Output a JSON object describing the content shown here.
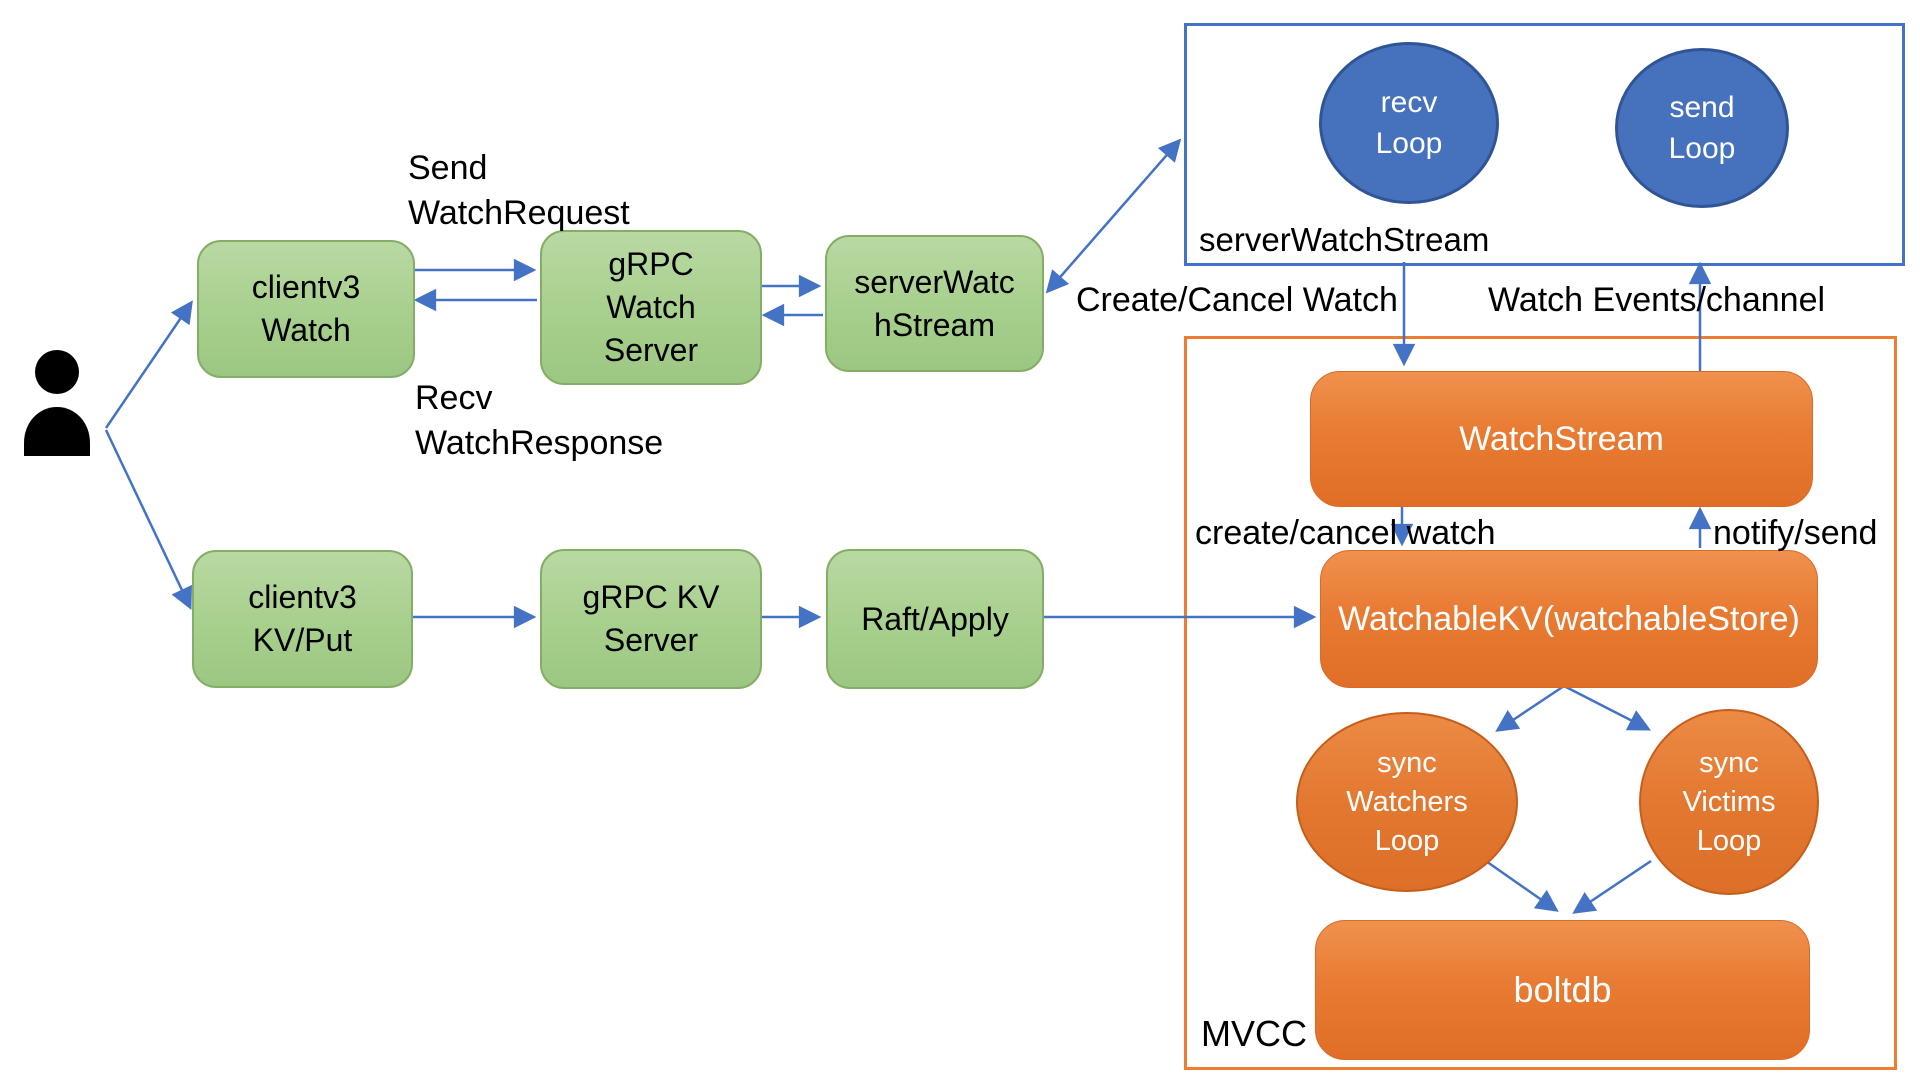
{
  "icons": {
    "user": "user-icon"
  },
  "colors": {
    "green_node_fill": "#a7cf8d",
    "green_node_border": "#84ae65",
    "blue_accent": "#4472c4",
    "blue_node_fill": "#4672bd",
    "blue_node_border": "#2f5597",
    "orange_node_fill": "#e87b33",
    "orange_node_border": "#c55e1b",
    "container_blue_border": "#4472c4",
    "container_orange_border": "#ed7d31",
    "text_black": "#000000",
    "text_white": "#ffffff"
  },
  "nodes": {
    "clientv3_watch": [
      "clientv3",
      "Watch"
    ],
    "grpc_watch_server": [
      "gRPC",
      "Watch",
      "Server"
    ],
    "server_watch_stream_box": [
      "serverWatc",
      "hStream"
    ],
    "clientv3_kv_put": [
      "clientv3",
      "KV/Put"
    ],
    "grpc_kv_server": [
      "gRPC KV",
      "Server"
    ],
    "raft_apply": [
      "Raft/Apply"
    ],
    "recv_loop": [
      "recv",
      "Loop"
    ],
    "send_loop": [
      "send",
      "Loop"
    ],
    "watch_stream": "WatchStream",
    "watchable_kv": "WatchableKV(watchableStore)",
    "sync_watchers_loop": [
      "sync",
      "Watchers",
      "Loop"
    ],
    "sync_victims_loop": [
      "sync",
      "Victims",
      "Loop"
    ],
    "boltdb": "boltdb"
  },
  "containers": {
    "server_watch_stream_label": "serverWatchStream",
    "mvcc_label": "MVCC"
  },
  "labels": {
    "send_watch_request_line1": "Send",
    "send_watch_request_line2": "WatchRequest",
    "recv_watch_response_line1": "Recv",
    "recv_watch_response_line2": "WatchResponse",
    "create_cancel_watch_top": "Create/Cancel Watch",
    "watch_events_channel": "Watch Events/channel",
    "create_cancel_watch_inner": "create/cancel watch",
    "notify_send": "notify/send"
  }
}
